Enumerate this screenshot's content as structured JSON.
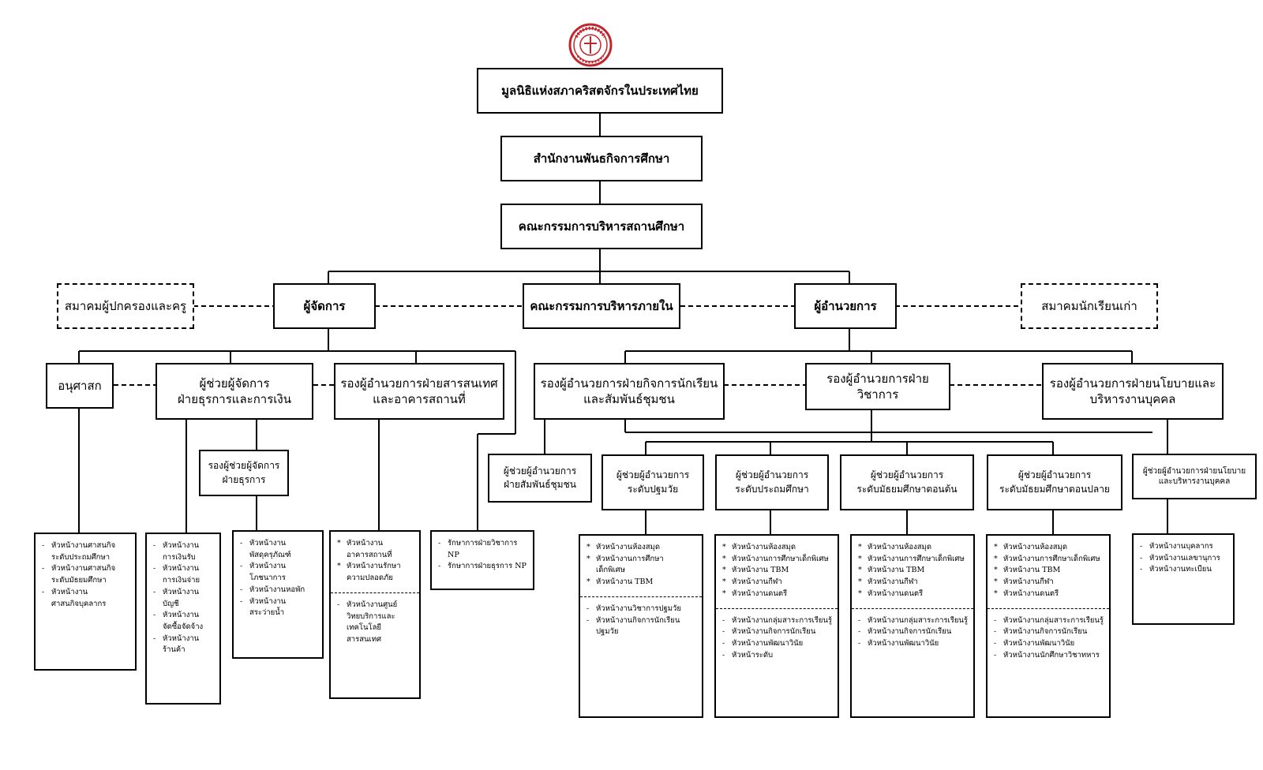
{
  "logo": {
    "icon": "school-seal",
    "color": "#c0272d"
  },
  "top": {
    "foundation": "มูลนิธิแห่งสภาคริสตจักรในประเทศไทย",
    "office": "สำนักงานพันธกิจการศึกษา",
    "committee": "คณะกรรมการบริหารสถานศึกษา"
  },
  "row2": {
    "parents": "สมาคมผู้ปกครองและครู",
    "manager": "ผู้จัดการ",
    "internal": "คณะกรรมการบริหารภายใน",
    "director": "ผู้อำนวยการ",
    "alumni": "สมาคมนักเรียนเก่า"
  },
  "row3": {
    "chaplain": "อนุศาสก",
    "asst_manager": "ผู้ช่วยผู้จัดการ\nฝ่ายธุรการและการเงิน",
    "deputy_it": "รองผู้อำนวยการฝ่ายสารสนเทศ\nและอาคารสถานที่",
    "deputy_student": "รองผู้อำนวยการฝ่ายกิจการนักเรียน\nและสัมพันธ์ชุมชน",
    "deputy_academic": "รองผู้อำนวยการฝ่ายวิชาการ",
    "deputy_policy": "รองผู้อำนวยการฝ่ายนโยบายและ\nบริหารงานบุคคล"
  },
  "row4": {
    "deputy_asst_admin": "รองผู้ช่วยผู้จัดการ\nฝ่ายธุรการ",
    "asst_community": "ผู้ช่วยผู้อำนวยการ\nฝ่ายสัมพันธ์ชุมชน",
    "asst_preschool": "ผู้ช่วยผู้อำนวยการ\nระดับปฐมวัย",
    "asst_primary": "ผู้ช่วยผู้อำนวยการ\nระดับประถมศึกษา",
    "asst_lower_sec": "ผู้ช่วยผู้อำนวยการ\nระดับมัธยมศึกษาตอนต้น",
    "asst_upper_sec": "ผู้ช่วยผู้อำนวยการ\nระดับมัธยมศึกษาตอนปลาย",
    "asst_policy": "ผู้ช่วยผู้อำนวยการฝ่ายนโยบาย\nและบริหารงานบุคคล"
  },
  "details": {
    "chaplain": {
      "mark": "-",
      "items": [
        "หัวหน้างานศาสนกิจ\nระดับประถมศึกษา",
        "หัวหน้างานศาสนกิจ\nระดับมัธยมศึกษา",
        "หัวหน้างาน\nศาสนกิจบุคลากร"
      ]
    },
    "finance": {
      "mark": "-",
      "items": [
        "หัวหน้างาน\nการเงินรับ",
        "หัวหน้างาน\nการเงินจ่าย",
        "หัวหน้างาน\nบัญชี",
        "หัวหน้างาน\nจัดซื้อจัดจ้าง",
        "หัวหน้างาน\nร้านค้า"
      ]
    },
    "admin": {
      "mark": "-",
      "items": [
        "หัวหน้างาน\nพัสดุครุภัณฑ์",
        "หัวหน้างาน\nโภชนาการ",
        "หัวหน้างานหอพัก",
        "หัวหน้างาน\nสระว่ายน้ำ"
      ]
    },
    "it": {
      "mark": "*",
      "items": [
        "หัวหน้างาน\nอาคารสถานที่",
        "หัวหน้างานรักษา\nความปลอดภัย"
      ],
      "mark2": "-",
      "items2": [
        "หัวหน้างานศูนย์\nวิทยบริการและ\nเทคโนโลยี\nสารสนเทศ"
      ]
    },
    "np": {
      "mark": "-",
      "items": [
        "รักษาการฝ่ายวิชาการ NP",
        "รักษาการฝ่ายธุรการ NP"
      ]
    },
    "preschool": {
      "mark": "*",
      "items": [
        "หัวหน้างานห้องสมุด",
        "หัวหน้างานการศึกษา\nเด็กพิเศษ",
        "หัวหน้างาน TBM"
      ],
      "mark2": "-",
      "items2": [
        "หัวหน้างานวิชาการปฐมวัย",
        "หัวหน้างานกิจการนักเรียน\nปฐมวัย"
      ]
    },
    "primary": {
      "mark": "*",
      "items": [
        "หัวหน้างานห้องสมุด",
        "หัวหน้างานการศึกษาเด็กพิเศษ",
        "หัวหน้างาน TBM",
        "หัวหน้างานกีฬา",
        "หัวหน้างานดนตรี"
      ],
      "mark2": "-",
      "items2": [
        "หัวหน้างานกลุ่มสาระการเรียนรู้",
        "หัวหน้างานกิจการนักเรียน",
        "หัวหน้างานพัฒนาวินัย",
        "หัวหน้าระดับ"
      ]
    },
    "lower_sec": {
      "mark": "*",
      "items": [
        "หัวหน้างานห้องสมุด",
        "หัวหน้างานการศึกษาเด็กพิเศษ",
        "หัวหน้างาน TBM",
        "หัวหน้างานกีฬา",
        "หัวหน้างานดนตรี"
      ],
      "mark2": "-",
      "items2": [
        "หัวหน้างานกลุ่มสาระการเรียนรู้",
        "หัวหน้างานกิจการนักเรียน",
        "หัวหน้างานพัฒนาวินัย"
      ]
    },
    "upper_sec": {
      "mark": "*",
      "items": [
        "หัวหน้างานห้องสมุด",
        "หัวหน้างานการศึกษาเด็กพิเศษ",
        "หัวหน้างาน TBM",
        "หัวหน้างานกีฬา",
        "หัวหน้างานดนตรี"
      ],
      "mark2": "-",
      "items2": [
        "หัวหน้างานกลุ่มสาระการเรียนรู้",
        "หัวหน้างานกิจการนักเรียน",
        "หัวหน้างานพัฒนาวินัย",
        "หัวหน้างานนักศึกษาวิชาทหาร"
      ]
    },
    "policy": {
      "mark": "-",
      "items": [
        "หัวหน้างานบุคลากร",
        "หัวหน้างานเลขานุการ",
        "หัวหน้างานทะเบียน"
      ]
    }
  }
}
